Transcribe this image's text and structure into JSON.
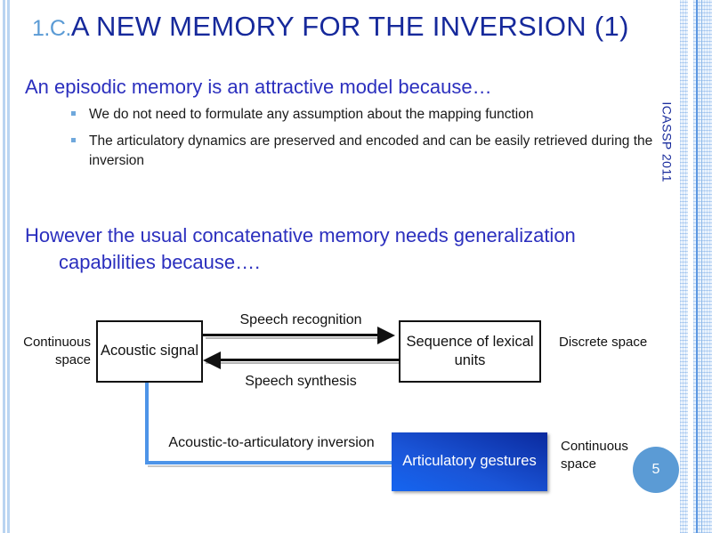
{
  "slide": {
    "title_number": "1.C.",
    "title": "A NEW MEMORY FOR THE INVERSION (1)",
    "page_number": "5",
    "conference": "ICASSP 2011",
    "colors": {
      "title_blue": "#16299b",
      "title_number_blue": "#5b9bd5",
      "heading_blue": "#2b2fbe",
      "accent_blue": "#4d94e8",
      "gesture_box_blue": "#1a55d8",
      "badge_blue": "#5b9bd5",
      "bullet_marker": "#6fa8dc"
    }
  },
  "content": {
    "heading1": "An episodic memory is an attractive model because…",
    "bullets": [
      "We do not need to formulate any assumption about the mapping function",
      "The articulatory dynamics are preserved and encoded and can be easily retrieved during the inversion"
    ],
    "heading2_line1": "However the usual concatenative memory needs generalization",
    "heading2_line2": "capabilities because…."
  },
  "diagram": {
    "boxes": {
      "acoustic": "Acoustic signal",
      "lexical": "Sequence of lexical units",
      "gestures": "Articulatory gestures"
    },
    "labels": {
      "continuous_left": "Continuous space",
      "discrete_right": "Discrete space",
      "continuous_bottom": "Continuous space"
    },
    "arrows": {
      "recognition": "Speech recognition",
      "synthesis": "Speech synthesis",
      "inversion": "Acoustic-to-articulatory inversion"
    }
  }
}
